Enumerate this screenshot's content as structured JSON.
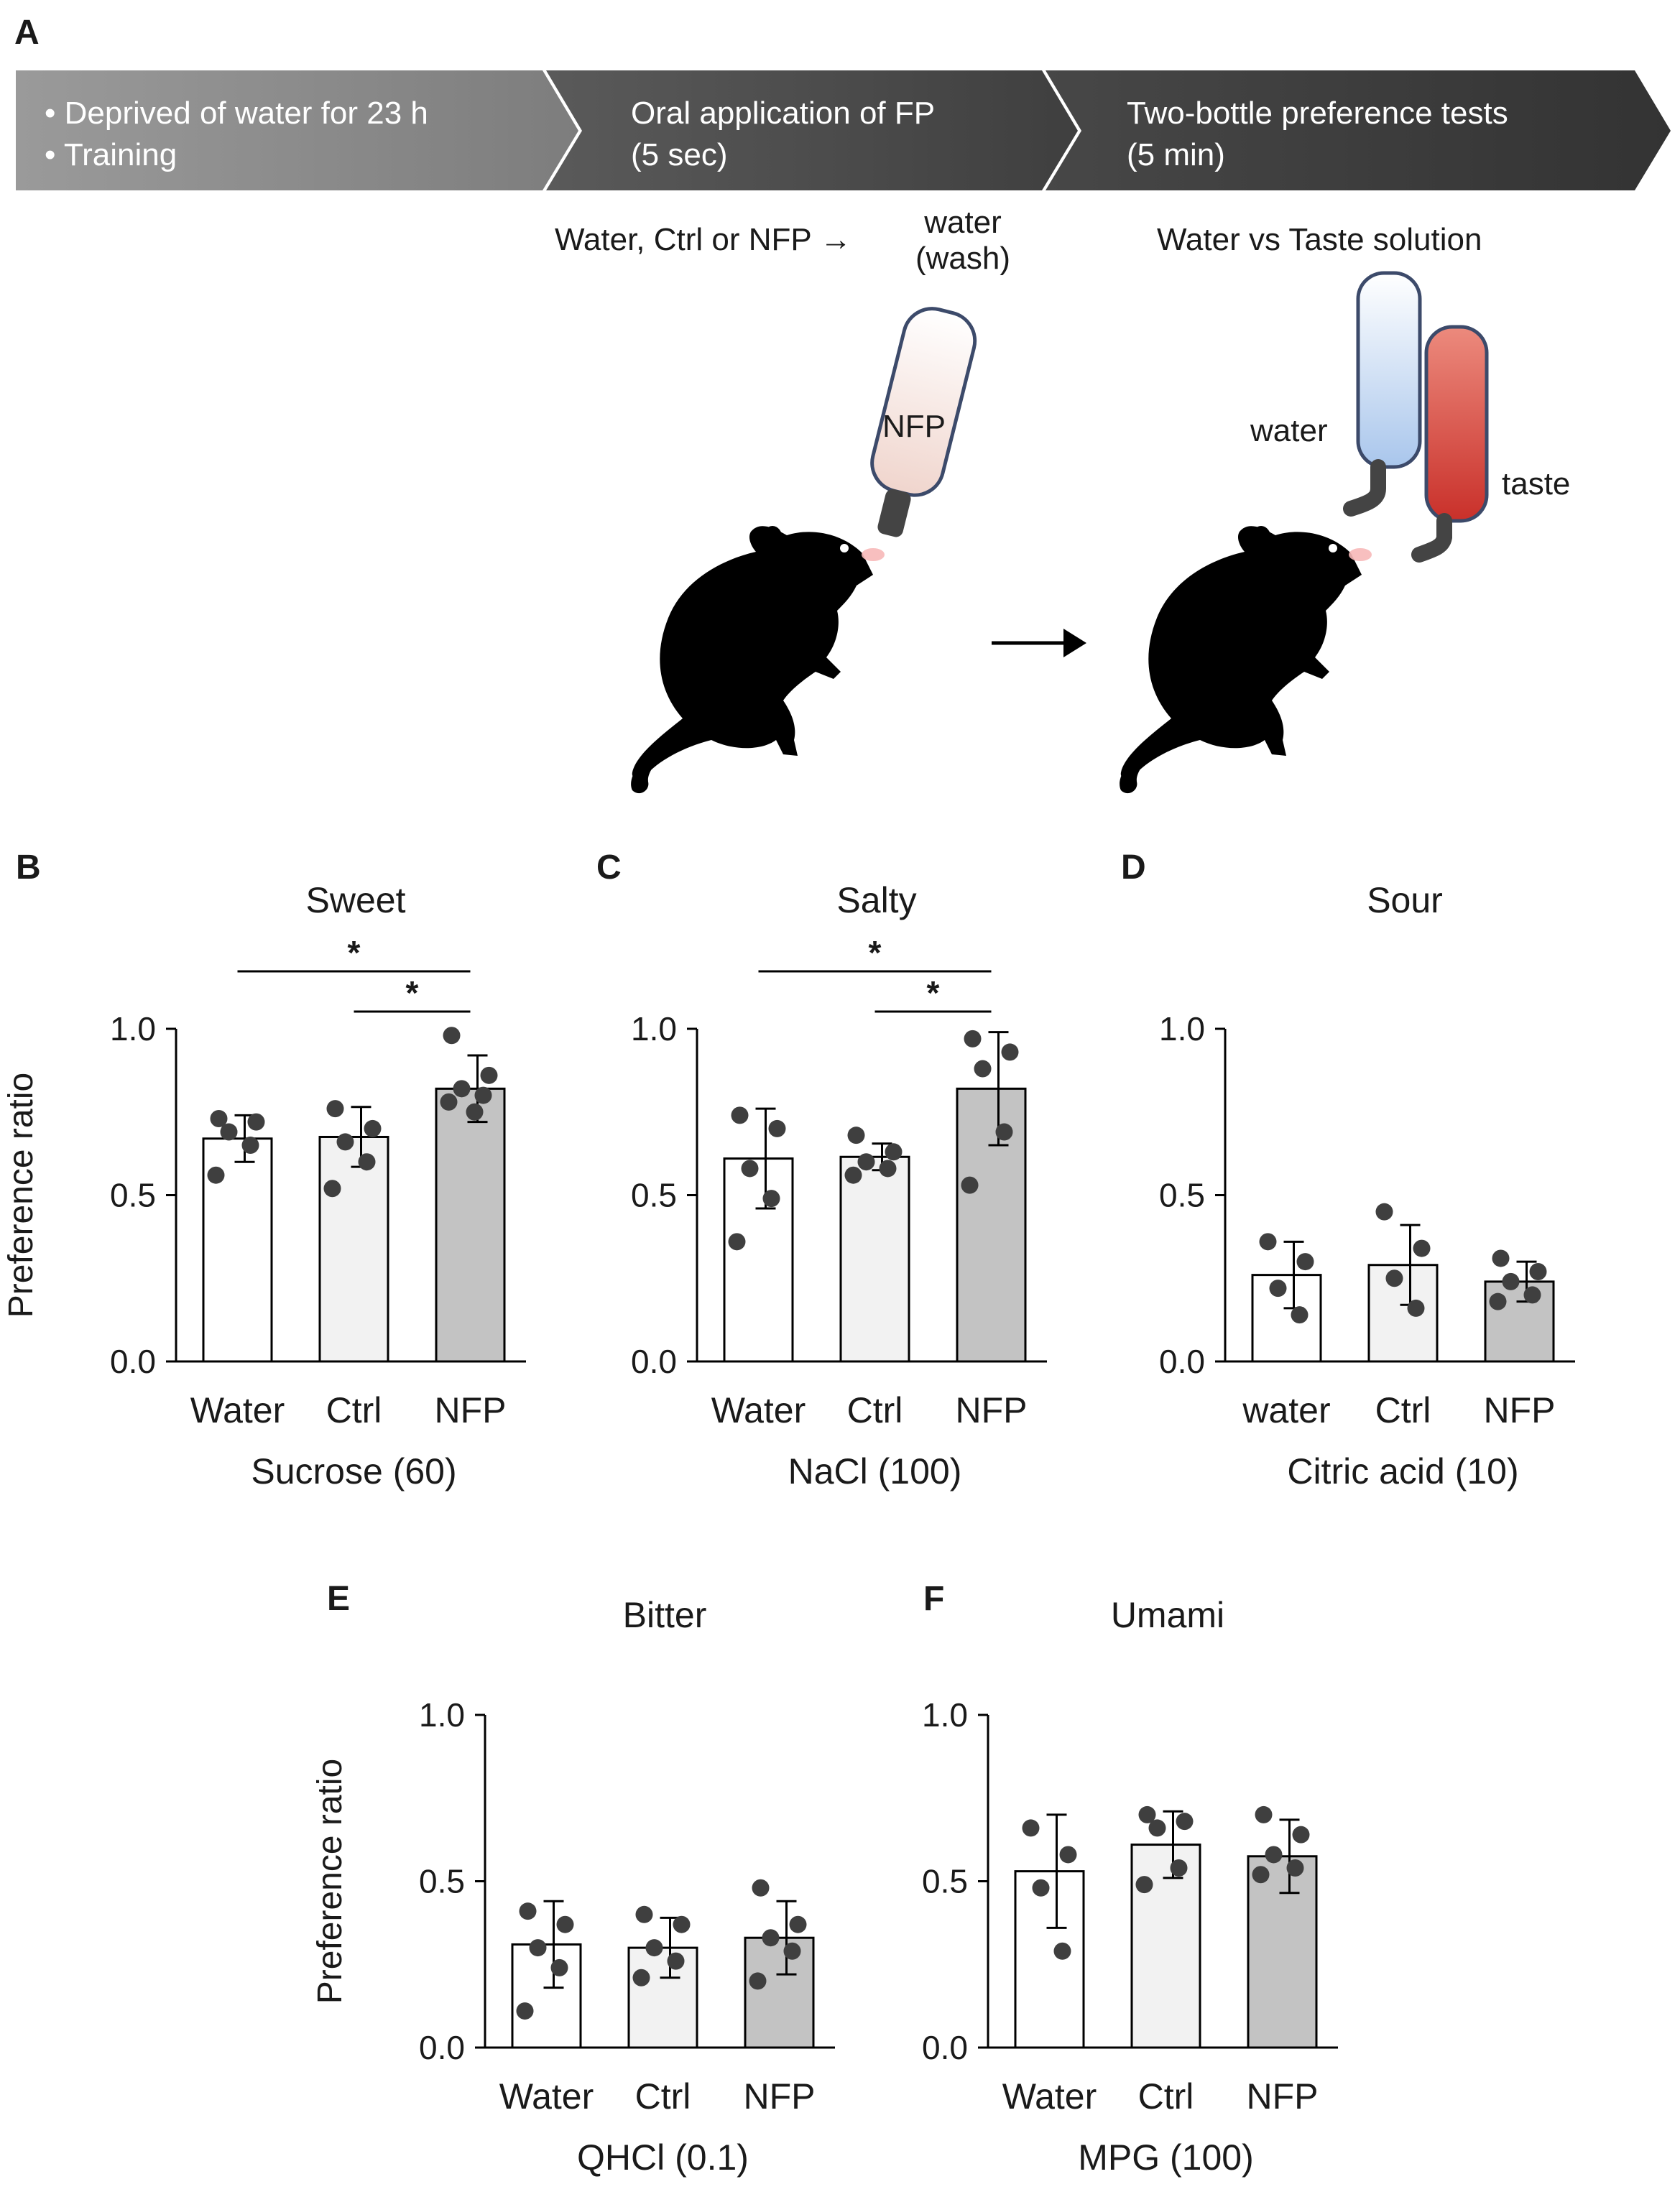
{
  "panels": {
    "A": "A",
    "B": "B",
    "C": "C",
    "D": "D",
    "E": "E",
    "F": "F"
  },
  "protocol": {
    "step1_line1": "• Deprived of water for 23 h",
    "step1_line2": "• Training",
    "step2_line1": "Oral application of FP",
    "step2_line2": "(5 sec)",
    "step3_line1": "Two-bottle preference tests",
    "step3_line2": "(5 min)",
    "sequence_label": "Water, Ctrl or NFP →",
    "wash_line1": "water",
    "wash_line2": "(wash)",
    "choice_label": "Water vs Taste solution",
    "tube_label": "NFP",
    "water_bottle_label": "water",
    "taste_bottle_label": "taste",
    "colors": {
      "step1": "#8a8a8a",
      "step2": "#4a4a4a",
      "step3": "#3a3a3a",
      "water_bottle": "#b8d0ee",
      "taste_bottle": "#d04030",
      "tube": "#f3ddd5"
    }
  },
  "chart_data": [
    {
      "panel": "B",
      "type": "bar",
      "title": "Sweet",
      "xlabel": "Sucrose (60)",
      "ylabel": "Preference ratio",
      "ylim": [
        0,
        1.0
      ],
      "yticks": [
        "0.0",
        "0.5",
        "1.0"
      ],
      "tickvalues": [
        0,
        0.5,
        1.0
      ],
      "categories": [
        "Water",
        "Ctrl",
        "NFP"
      ],
      "values": [
        0.67,
        0.675,
        0.82
      ],
      "errors": [
        0.07,
        0.09,
        0.1
      ],
      "points": [
        [
          0.73,
          0.72,
          0.69,
          0.65,
          0.56
        ],
        [
          0.76,
          0.7,
          0.66,
          0.6,
          0.52
        ],
        [
          0.98,
          0.86,
          0.82,
          0.8,
          0.78,
          0.75
        ]
      ],
      "bar_colors": [
        "#ffffff",
        "#f2f2f2",
        "#c3c3c3"
      ],
      "significance": [
        {
          "from": 0,
          "to": 2,
          "label": "*",
          "level": 1.0
        },
        {
          "from": 1,
          "to": 2,
          "label": "*",
          "level": 0.84
        }
      ]
    },
    {
      "panel": "C",
      "type": "bar",
      "title": "Salty",
      "xlabel": "NaCl (100)",
      "ylabel": "",
      "ylim": [
        0,
        1.0
      ],
      "yticks": [
        "0.0",
        "0.5",
        "1.0"
      ],
      "tickvalues": [
        0,
        0.5,
        1.0
      ],
      "categories": [
        "Water",
        "Ctrl",
        "NFP"
      ],
      "values": [
        0.61,
        0.615,
        0.82
      ],
      "errors": [
        0.15,
        0.04,
        0.17
      ],
      "points": [
        [
          0.74,
          0.7,
          0.58,
          0.49,
          0.36
        ],
        [
          0.68,
          0.63,
          0.6,
          0.58,
          0.56
        ],
        [
          0.97,
          0.93,
          0.88,
          0.69,
          0.53
        ]
      ],
      "bar_colors": [
        "#ffffff",
        "#f2f2f2",
        "#c3c3c3"
      ],
      "significance": [
        {
          "from": 0,
          "to": 2,
          "label": "*",
          "level": 1.0
        },
        {
          "from": 1,
          "to": 2,
          "label": "*",
          "level": 0.84
        }
      ]
    },
    {
      "panel": "D",
      "type": "bar",
      "title": "Sour",
      "xlabel": "Citric acid (10)",
      "ylabel": "",
      "ylim": [
        0,
        1.0
      ],
      "yticks": [
        "0.0",
        "0.5",
        "1.0"
      ],
      "tickvalues": [
        0,
        0.5,
        1.0
      ],
      "categories": [
        "water",
        "Ctrl",
        "NFP"
      ],
      "values": [
        0.26,
        0.29,
        0.24
      ],
      "errors": [
        0.1,
        0.12,
        0.06
      ],
      "points": [
        [
          0.36,
          0.3,
          0.22,
          0.14
        ],
        [
          0.45,
          0.34,
          0.25,
          0.16
        ],
        [
          0.31,
          0.27,
          0.24,
          0.2,
          0.18
        ]
      ],
      "bar_colors": [
        "#ffffff",
        "#f2f2f2",
        "#c3c3c3"
      ],
      "significance": []
    },
    {
      "panel": "E",
      "type": "bar",
      "title": "Bitter",
      "xlabel": "QHCl (0.1)",
      "ylabel": "Preference ratio",
      "ylim": [
        0,
        1.0
      ],
      "yticks": [
        "0.0",
        "0.5",
        "1.0"
      ],
      "tickvalues": [
        0,
        0.5,
        1.0
      ],
      "categories": [
        "Water",
        "Ctrl",
        "NFP"
      ],
      "values": [
        0.31,
        0.3,
        0.33
      ],
      "errors": [
        0.13,
        0.09,
        0.11
      ],
      "points": [
        [
          0.41,
          0.37,
          0.3,
          0.24,
          0.11
        ],
        [
          0.4,
          0.37,
          0.3,
          0.26,
          0.21
        ],
        [
          0.48,
          0.37,
          0.33,
          0.29,
          0.2
        ]
      ],
      "bar_colors": [
        "#ffffff",
        "#f2f2f2",
        "#c3c3c3"
      ],
      "significance": []
    },
    {
      "panel": "F",
      "type": "bar",
      "title": "Umami",
      "xlabel": "MPG (100)",
      "ylabel": "",
      "ylim": [
        0,
        1.0
      ],
      "yticks": [
        "0.0",
        "0.5",
        "1.0"
      ],
      "tickvalues": [
        0,
        0.5,
        1.0
      ],
      "categories": [
        "Water",
        "Ctrl",
        "NFP"
      ],
      "values": [
        0.53,
        0.61,
        0.575
      ],
      "errors": [
        0.17,
        0.1,
        0.11
      ],
      "points": [
        [
          0.66,
          0.58,
          0.48,
          0.29
        ],
        [
          0.7,
          0.68,
          0.66,
          0.54,
          0.49
        ],
        [
          0.7,
          0.64,
          0.58,
          0.54,
          0.52
        ]
      ],
      "bar_colors": [
        "#ffffff",
        "#f2f2f2",
        "#c3c3c3"
      ],
      "significance": []
    }
  ]
}
